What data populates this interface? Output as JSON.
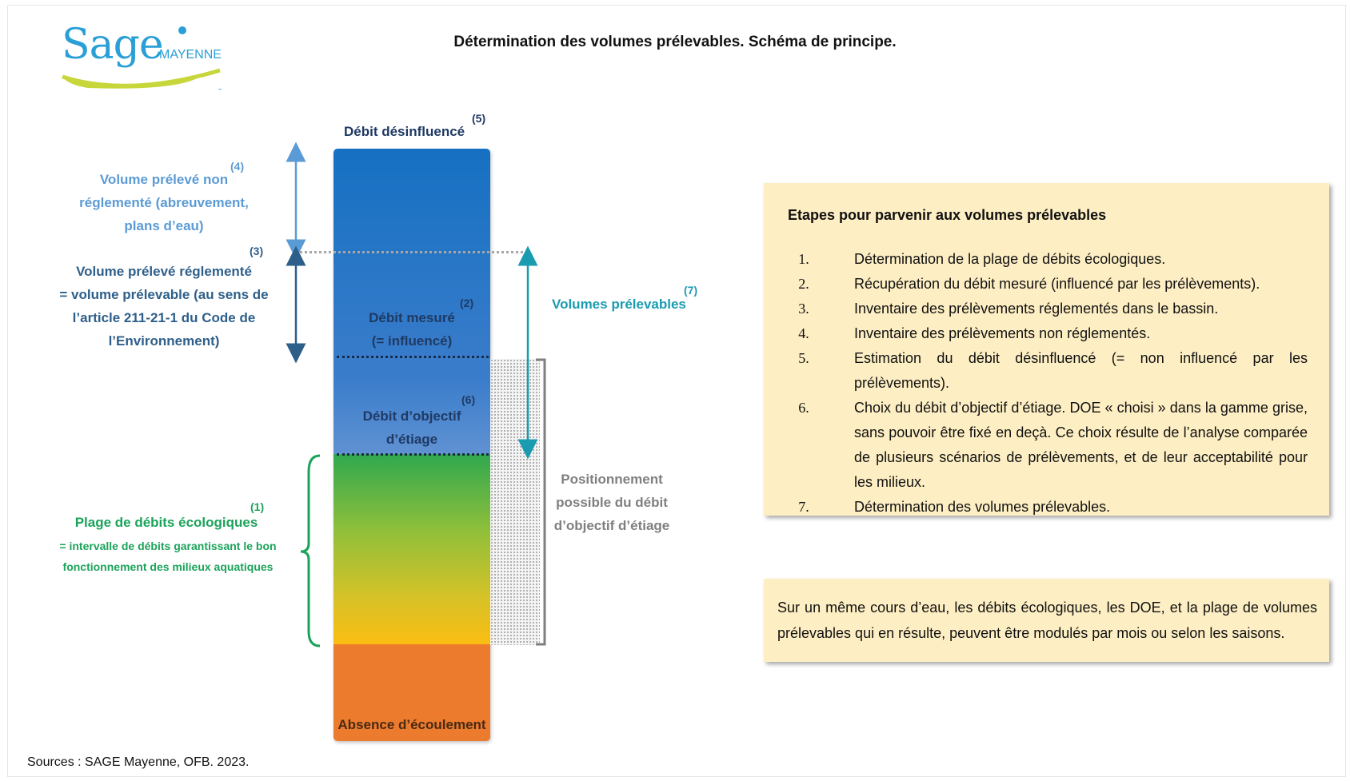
{
  "title": "Détermination des volumes prélevables. Schéma de principe.",
  "logo": {
    "name": "Sage",
    "subtitle": "MAYENNE"
  },
  "column": {
    "top_label": "Débit désinfluencé",
    "top_ref": "(5)",
    "measured_label_1": "Débit mesuré",
    "measured_label_2": "(= influencé)",
    "measured_ref": "(2)",
    "doe_label_1": "Débit d’objectif",
    "doe_label_2": "d’étiage",
    "doe_ref": "(6)",
    "bottom_label": "Absence d’écoulement"
  },
  "left": {
    "unregulated": {
      "ref": "(4)",
      "lines": [
        "Volume prélevé non",
        "réglementé (abreuvement,",
        "plans d’eau)"
      ]
    },
    "regulated": {
      "ref": "(3)",
      "lines": [
        "Volume prélevé réglementé",
        "= volume prélevable (au sens de",
        "l’article 211-21-1 du Code de",
        "l’Environnement)"
      ]
    },
    "eco": {
      "ref": "(1)",
      "title": "Plage de débits écologiques",
      "lines": [
        "= intervalle de débits garantissant le bon",
        "fonctionnement des milieux aquatiques"
      ]
    }
  },
  "right": {
    "volumes": {
      "label": "Volumes prélevables",
      "ref": "(7)"
    },
    "positioning": [
      "Positionnement",
      "possible du débit",
      "d’objectif d’étiage"
    ]
  },
  "steps_panel": {
    "heading": "Etapes pour parvenir aux volumes prélevables",
    "items": [
      {
        "num": "1.",
        "text": "Détermination de la plage de débits écologiques."
      },
      {
        "num": "2.",
        "text": "Récupération du débit mesuré (influencé par les prélèvements)."
      },
      {
        "num": "3.",
        "text": "Inventaire des prélèvements réglementés dans le bassin."
      },
      {
        "num": "4.",
        "text": "Inventaire des prélèvements non réglementés."
      },
      {
        "num": "5.",
        "text": "Estimation du débit désinfluencé (= non influencé par les prélèvements)."
      },
      {
        "num": "6.",
        "text": "Choix du débit d’objectif d’étiage.  DOE « choisi » dans la gamme grise, sans pouvoir être fixé en deçà. Ce choix résulte de l’analyse comparée de plusieurs scénarios de prélèvements, et de leur acceptabilité pour les milieux."
      },
      {
        "num": "7.",
        "text": "Détermination des volumes prélevables."
      }
    ]
  },
  "note_panel": {
    "text": "Sur un même cours d’eau, les débits écologiques, les DOE, et la plage de volumes prélevables qui en résulte, peuvent être modulés par mois ou selon les saisons."
  },
  "source": "Sources : SAGE Mayenne, OFB. 2023.",
  "colors": {
    "navy": "#1f3a64",
    "light_blue": "#5b9bd5",
    "mid_blue": "#2e5f8a",
    "teal": "#1a9bb0",
    "green": "#1ba35a",
    "grey": "#7f7f7f",
    "orange": "#ec7b2e",
    "panel": "#fdeec3"
  }
}
